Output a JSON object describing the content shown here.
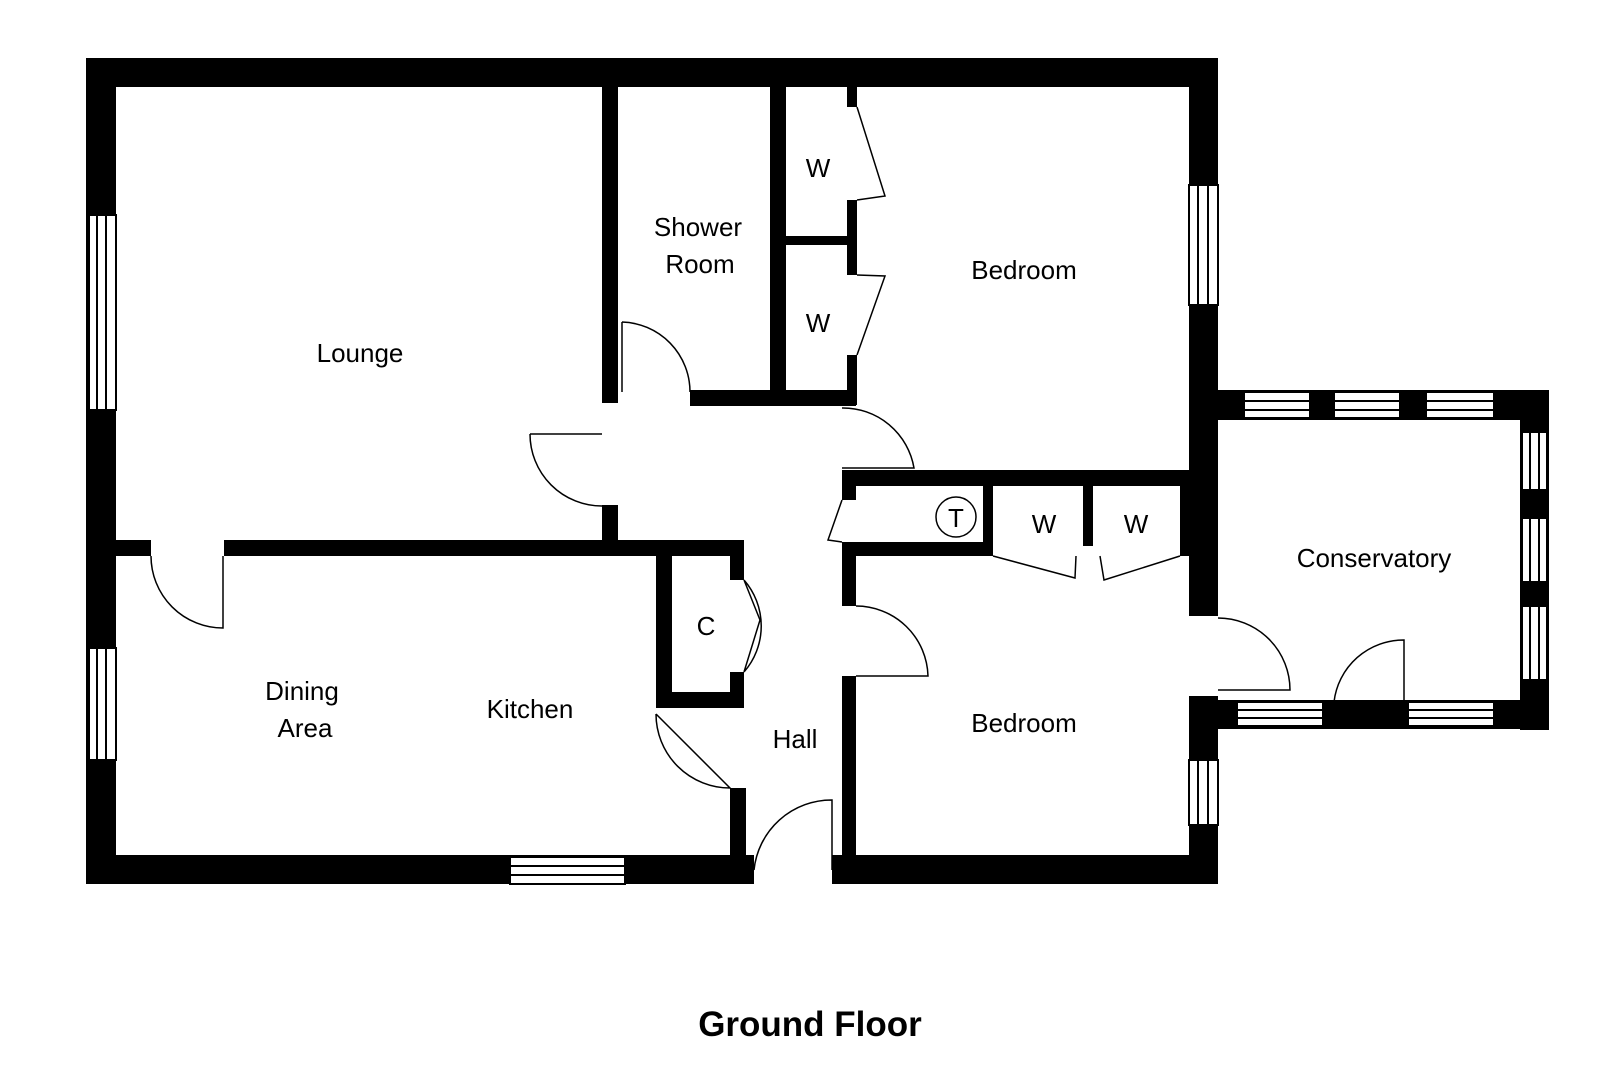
{
  "floor_title": "Ground Floor",
  "rooms": {
    "lounge": "Lounge",
    "shower_1": "Shower",
    "shower_2": "Room",
    "bedroom_top": "Bedroom",
    "bedroom_bottom": "Bedroom",
    "wardrobe_1": "W",
    "wardrobe_2": "W",
    "wardrobe_3": "W",
    "wardrobe_4": "W",
    "tank": "T",
    "cupboard": "C",
    "conservatory": "Conservatory",
    "dining_1": "Dining",
    "dining_2": "Area",
    "kitchen": "Kitchen",
    "hall": "Hall"
  },
  "colors": {
    "wall": "#000000",
    "background": "#ffffff"
  }
}
